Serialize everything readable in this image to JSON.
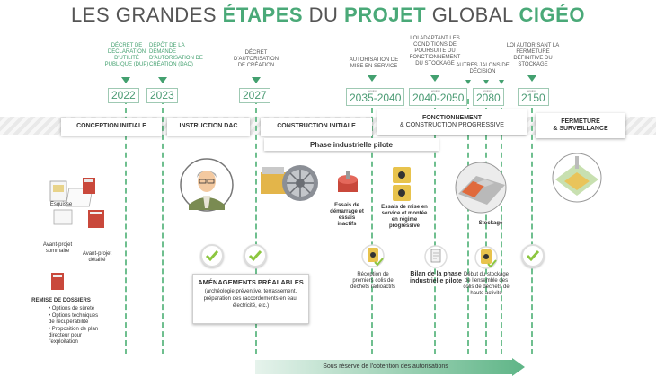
{
  "title": {
    "part1": "LES GRANDES ",
    "part2": "ÉTAPES",
    "part3": " DU ",
    "part4": "PROJET",
    "part5": " GLOBAL ",
    "part6": "CIGÉO"
  },
  "milestones": {
    "m1": {
      "label": "DÉCRET DE DÉCLARATION D'UTILITÉ PUBLIQUE (DUP)",
      "year": "2022"
    },
    "m2": {
      "label": "DÉPÔT DE LA DEMANDE D'AUTORISATION DE CRÉATION (DAC)",
      "year": "2023"
    },
    "m3": {
      "label": "DÉCRET D'AUTORISATION DE CRÉATION",
      "year": "2027"
    },
    "m4": {
      "label": "AUTORISATION DE MISE EN SERVICE",
      "year": "2035-2040",
      "small": "environ"
    },
    "m5": {
      "label": "LOI ADAPTANT LES CONDITIONS DE POURSUITE DU FONCTIONNEMENT DU STOCKAGE",
      "year": "2040-2050",
      "small": "environ"
    },
    "m6": {
      "label": "AUTRES JALONS DE DÉCISION",
      "year": "2080",
      "small": "environ"
    },
    "m7": {
      "label": "LOI AUTORISANT LA FERMETURE DÉFINITIVE DU STOCKAGE",
      "year": "2150",
      "small": "environ"
    }
  },
  "phases": {
    "conception": "CONCEPTION INITIALE",
    "instruction": "INSTRUCTION DAC",
    "construction": "CONSTRUCTION INITIALE",
    "fonctionnement": "FONCTIONNEMENT",
    "fonctionnement_sub": "& CONSTRUCTION PROGRESSIVE",
    "fermeture": "FERMETURE",
    "fermeture_sub": "& SURVEILLANCE",
    "pilote": "Phase industrielle pilote"
  },
  "conception": {
    "esquisse": "Esquisse",
    "avant_projet_sommaire": "Avant-projet sommaire",
    "avant_projet_detaille": "Avant-projet détaillé",
    "remise_title": "REMISE DE DOSSIERS",
    "remise_items": [
      "• Options de sûreté",
      "• Options techniques de récupérabilité",
      "• Proposition de plan directeur pour l'exploitation"
    ]
  },
  "construction": {
    "essais_demarrage": "Essais de démarrage et essais inactifs",
    "essais_service": "Essais de mise en service et montée en régime progressive",
    "reception": "Réception de premiers colis de déchets radioactifs",
    "bilan": "Bilan de la phase industrielle pilote"
  },
  "amenagements": {
    "title": "AMÉNAGEMENTS PRÉALABLES",
    "text": "(archéologie préventive, terrassement, préparation des raccordements en eau, électricité, etc.)"
  },
  "fonctionnement": {
    "stockage": "Stockage",
    "debut": "Début du stockage de l'ensemble des colis de déchets de haute activité"
  },
  "banner": "Sous réserve de l'obtention des autorisations",
  "colors": {
    "green": "#43a06f",
    "accent_light": "#6fbf8f",
    "banner_start": "#e6f3ec",
    "banner_end": "#5fb587"
  }
}
